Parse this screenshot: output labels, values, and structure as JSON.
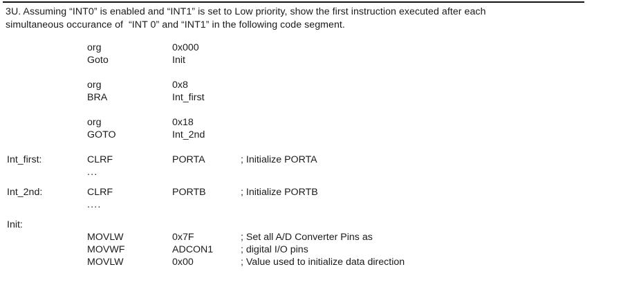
{
  "document": {
    "question": {
      "number": "3U.",
      "line1": "3U. Assuming “INT0” is enabled and “INT1” is set to Low priority, show the first instruction executed after each",
      "line2": "simultaneous occurance of  “INT 0” and “INT1” in the following code segment."
    },
    "code_listing": {
      "rows": [
        {
          "kind": "code",
          "label": "",
          "mnemonic": "org",
          "operand": "0x000",
          "comment": ""
        },
        {
          "kind": "code",
          "label": "",
          "mnemonic": "Goto",
          "operand": "Init",
          "comment": ""
        },
        {
          "kind": "blank"
        },
        {
          "kind": "code",
          "label": "",
          "mnemonic": "org",
          "operand": "0x8",
          "comment": ""
        },
        {
          "kind": "code",
          "label": "",
          "mnemonic": "BRA",
          "operand": "Int_first",
          "comment": ""
        },
        {
          "kind": "blank"
        },
        {
          "kind": "code",
          "label": "",
          "mnemonic": "org",
          "operand": "0x18",
          "comment": ""
        },
        {
          "kind": "code",
          "label": "",
          "mnemonic": "GOTO",
          "operand": "Int_2nd",
          "comment": ""
        },
        {
          "kind": "blank"
        },
        {
          "kind": "code",
          "label": "Int_first:",
          "mnemonic": "CLRF",
          "operand": "PORTA",
          "comment": "; Initialize PORTA"
        },
        {
          "kind": "ellipsis",
          "dots": "..."
        },
        {
          "kind": "blank-small"
        },
        {
          "kind": "code",
          "label": "Int_2nd:",
          "mnemonic": "CLRF",
          "operand": "PORTB",
          "comment": "; Initialize PORTB"
        },
        {
          "kind": "ellipsis",
          "dots": "...."
        },
        {
          "kind": "blank-small"
        },
        {
          "kind": "code",
          "label": "Init:",
          "mnemonic": "",
          "operand": "",
          "comment": ""
        },
        {
          "kind": "code",
          "label": "",
          "mnemonic": "MOVLW",
          "operand": "0x7F",
          "comment": "; Set all A/D Converter Pins as"
        },
        {
          "kind": "code",
          "label": "",
          "mnemonic": "MOVWF",
          "operand": "ADCON1",
          "comment": "; digital I/O pins"
        },
        {
          "kind": "code",
          "label": "",
          "mnemonic": "MOVLW",
          "operand": "0x00",
          "comment": "; Value used to initialize data direction"
        }
      ]
    },
    "colors": {
      "text": "#1a1a1a",
      "rule": "#111111",
      "background": "#ffffff"
    }
  }
}
